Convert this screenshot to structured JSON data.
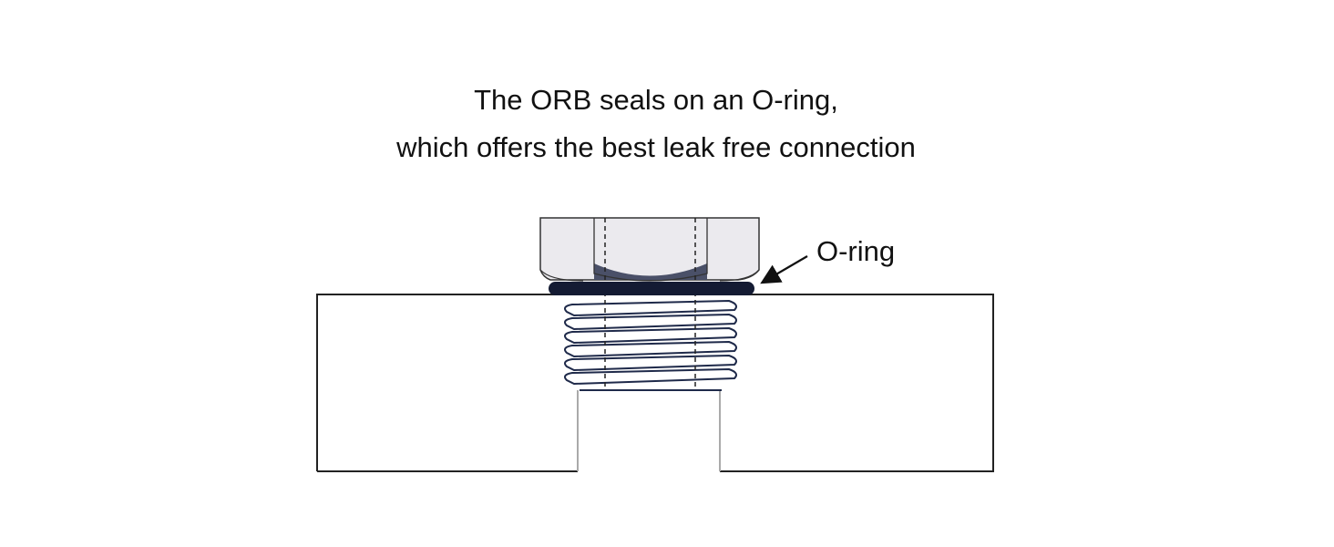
{
  "title": {
    "line1": "The ORB seals on an O-ring,",
    "line2": "which offers the best leak free connection"
  },
  "callout": {
    "label": "O-ring"
  },
  "colors": {
    "hex_body": "#ebeaee",
    "hex_shadow": "#4a5068",
    "thread_fill": "#ffffff",
    "thread_stroke": "#1f2a4a",
    "o_ring": "#141b33",
    "outline": "#222222"
  }
}
